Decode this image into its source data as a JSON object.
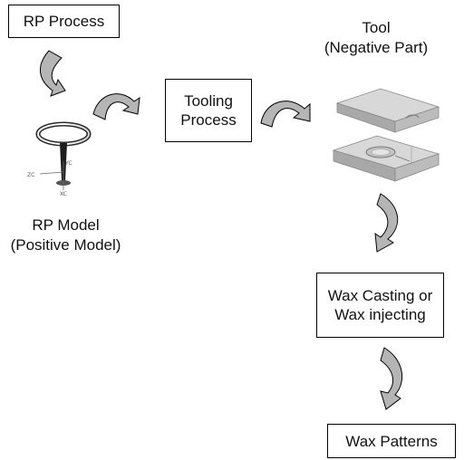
{
  "boxes": {
    "rp_process": "RP Process",
    "tooling_line1": "Tooling",
    "tooling_line2": "Process",
    "wax_casting_line1": "Wax Casting or",
    "wax_casting_line2": "Wax injecting",
    "wax_patterns": "Wax Patterns"
  },
  "labels": {
    "tool_line1": "Tool",
    "tool_line2": "(Negative Part)",
    "rp_model_line1": "RP Model",
    "rp_model_line2": "(Positive Model)"
  },
  "model_axes": {
    "yc": "YC",
    "zc": "ZC",
    "xc": "XC"
  },
  "colors": {
    "arrow_fill": "#b5b5b5",
    "arrow_stroke": "#000000",
    "tool_top": "#d8d8d8",
    "tool_side": "#9a9a9a"
  }
}
